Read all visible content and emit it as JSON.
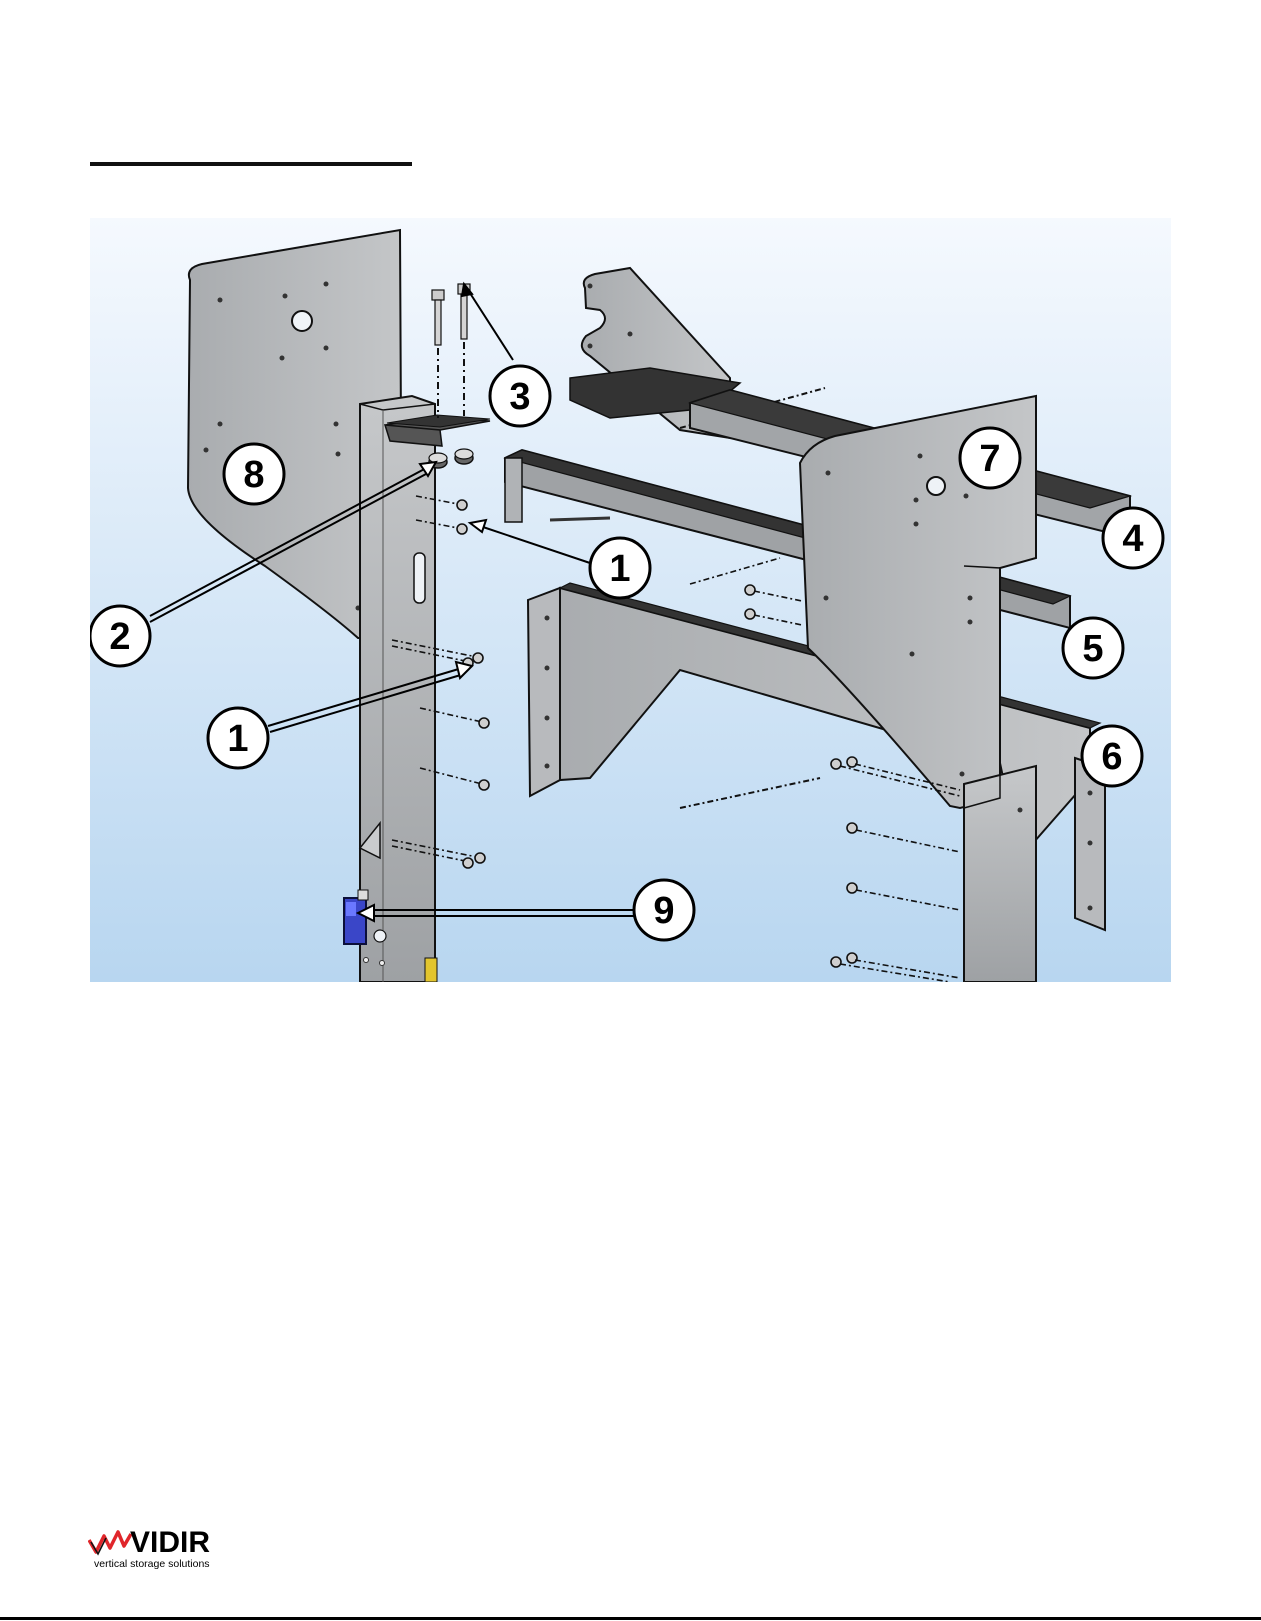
{
  "callouts": [
    {
      "id": "c1a",
      "label": "1"
    },
    {
      "id": "c1b",
      "label": "1"
    },
    {
      "id": "c2",
      "label": "2"
    },
    {
      "id": "c3",
      "label": "3"
    },
    {
      "id": "c4",
      "label": "4"
    },
    {
      "id": "c5",
      "label": "5"
    },
    {
      "id": "c6",
      "label": "6"
    },
    {
      "id": "c7",
      "label": "7"
    },
    {
      "id": "c8",
      "label": "8"
    },
    {
      "id": "c9",
      "label": "9"
    }
  ],
  "logo": {
    "word": "VIDIR",
    "tagline": "vertical storage solutions",
    "mark_color": "#e0262b"
  },
  "colors": {
    "sky_top": "#f4f9fe",
    "sky_bottom": "#b9d7f0",
    "steel": "#b4b6b8",
    "steel_dark": "#8f9295",
    "switch_blue": "#3a46c8"
  }
}
